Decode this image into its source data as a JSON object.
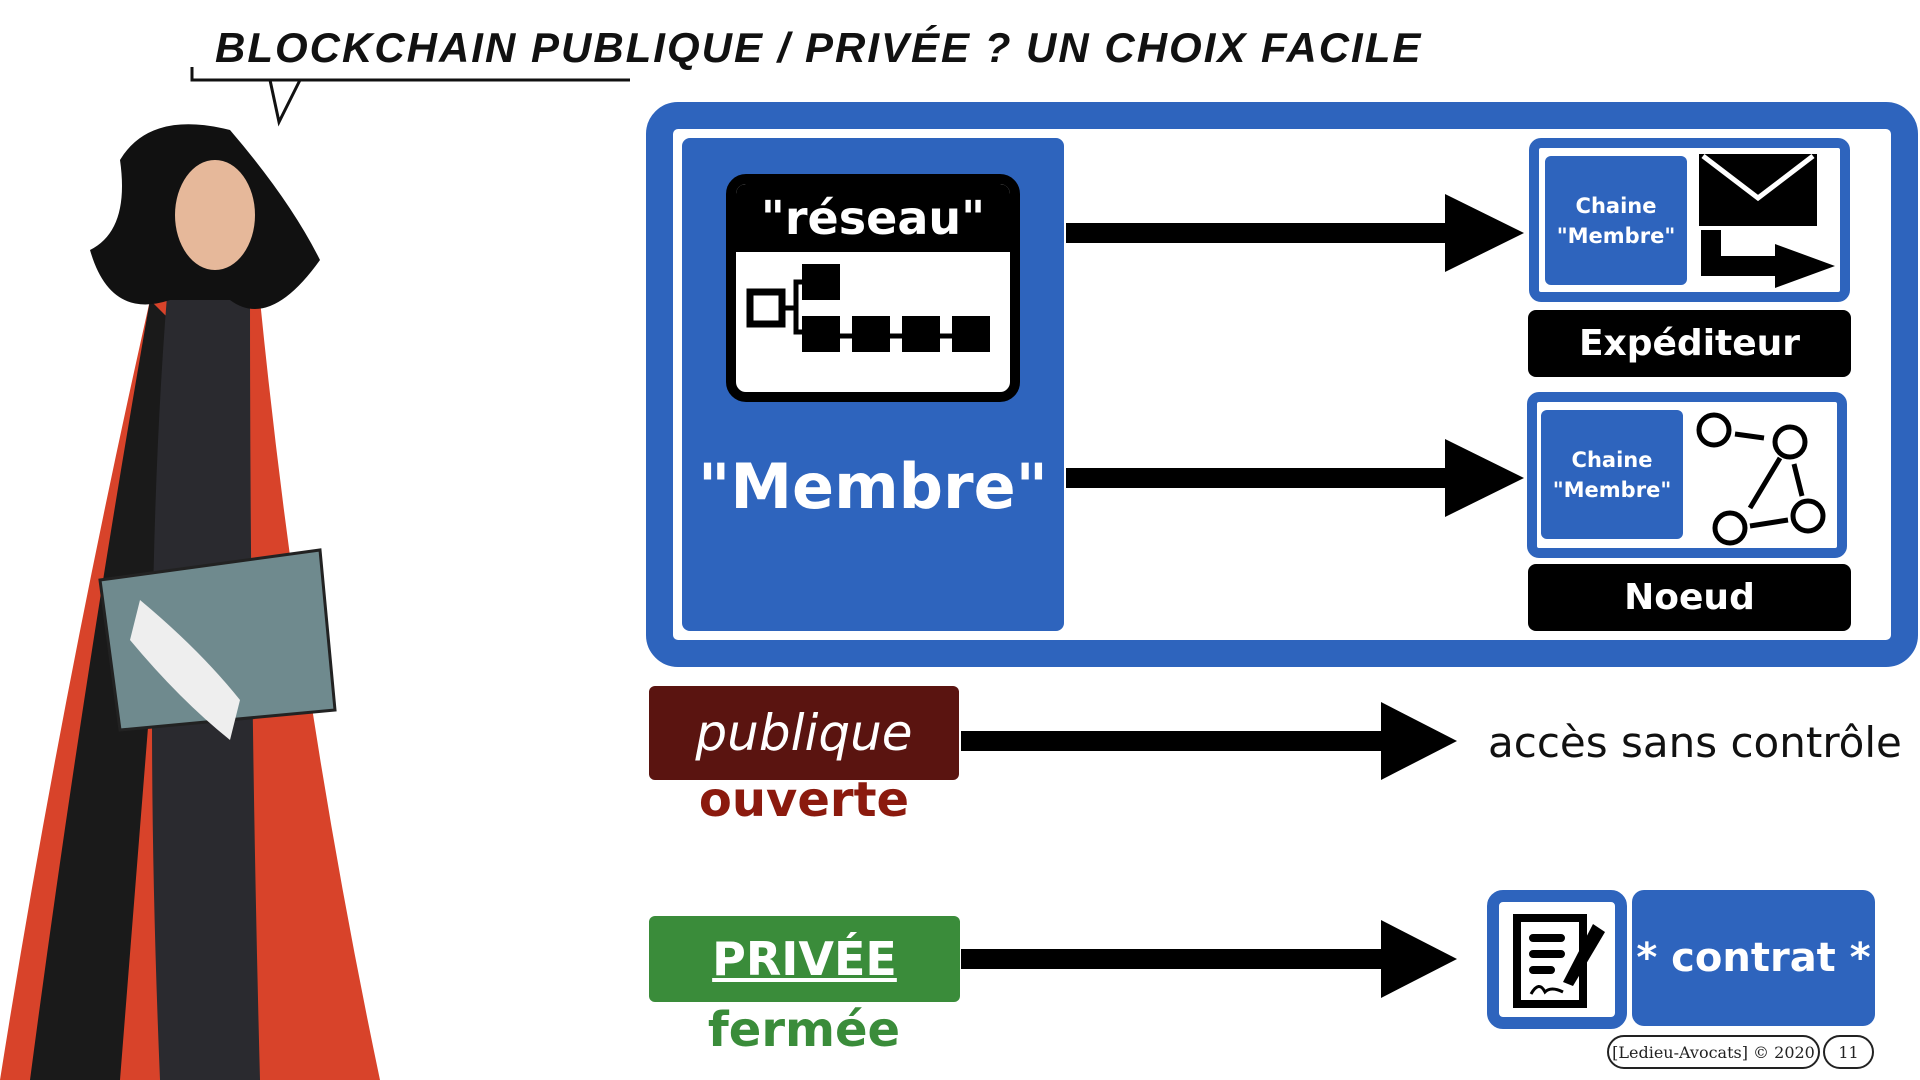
{
  "title": "Blockchain publique / privée ? un choix facile",
  "network": {
    "header": "\"réseau\"",
    "label": "\"Membre\""
  },
  "sender": {
    "chain_line1": "Chaine",
    "chain_line2": "\"Membre\"",
    "label": "Expéditeur"
  },
  "node": {
    "chain_line1": "Chaine",
    "chain_line2": "\"Membre\"",
    "label": "Noeud"
  },
  "public": {
    "tag": "publique",
    "sub": "ouverte",
    "result": "accès sans contrôle"
  },
  "private": {
    "tag": "PRIVÉE",
    "sub": "fermée",
    "result": "* contrat *"
  },
  "footer": {
    "copyright": "[Ledieu-Avocats] © 2020",
    "page": "11"
  },
  "colors": {
    "blue": "#2e64bd",
    "public": "#5a1410",
    "public_sub": "#8b1a0e",
    "private": "#3a8c3a"
  }
}
